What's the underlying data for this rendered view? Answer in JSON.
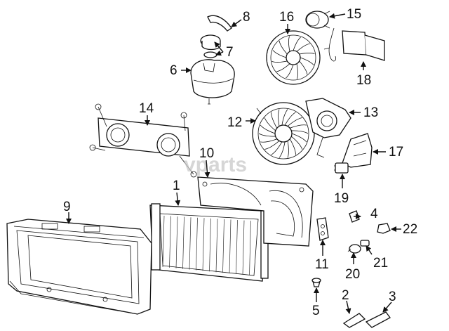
{
  "watermark": "vparts",
  "callouts": {
    "c1": "1",
    "c2": "2",
    "c3": "3",
    "c4": "4",
    "c5": "5",
    "c6": "6",
    "c7": "7",
    "c8": "8",
    "c9": "9",
    "c10": "10",
    "c11": "11",
    "c12": "12",
    "c13": "13",
    "c14": "14",
    "c15": "15",
    "c16": "16",
    "c17": "17",
    "c18": "18",
    "c19": "19",
    "c20": "20",
    "c21": "21",
    "c22": "22"
  }
}
